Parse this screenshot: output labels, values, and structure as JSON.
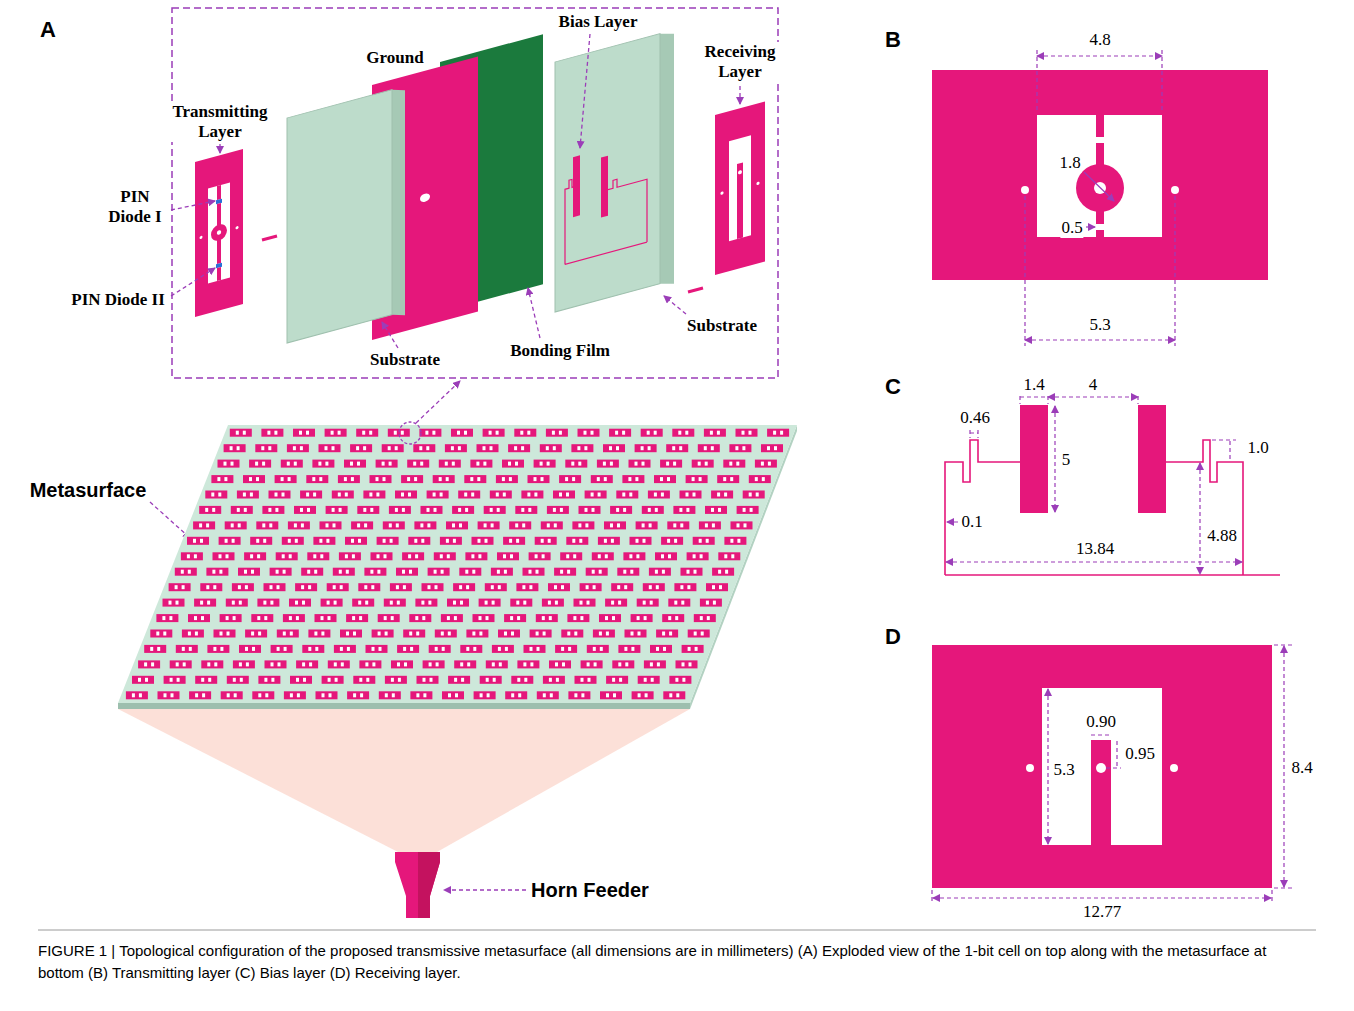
{
  "diagram": {
    "caption": "FIGURE 1 | Topological configuration of the proposed transmissive metasurface (all dimensions are in millimeters) (A) Exploded view of the 1-bit cell on top along with the metasurface at bottom (B) Transmitting layer (C) Bias layer (D) Receiving layer.",
    "labels": [
      "A",
      "B",
      "C",
      "D",
      "Transmitting Layer",
      "PIN Diode I",
      "PIN Diode II",
      "Substrate",
      "Ground",
      "Bonding Film",
      "Bias Layer",
      "Substrate",
      "Receiving Layer",
      "Metasurface",
      "Horn Feeder",
      "4.8",
      "1.8",
      "0.5",
      "5.3",
      "1.4",
      "4",
      "0.46",
      "5",
      "1.0",
      "0.1",
      "4.88",
      "13.84",
      "0.90",
      "0.95",
      "5.3",
      "8.4",
      "12.77"
    ]
  }
}
